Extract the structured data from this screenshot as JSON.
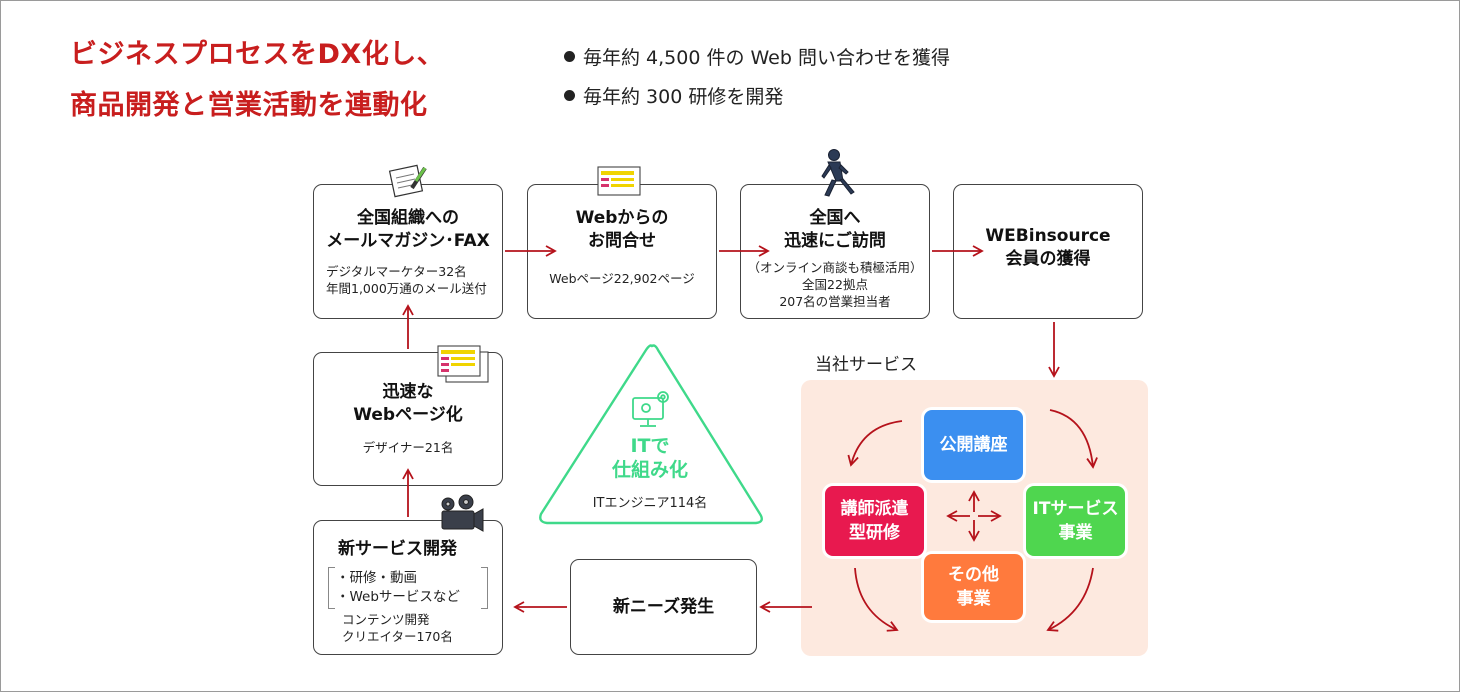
{
  "headline": {
    "line1": "ビジネスプロセスをDX化し、",
    "line2": "商品開発と営業活動を連動化"
  },
  "bullets": [
    "毎年約 4,500 件の Web 問い合わせを獲得",
    "毎年約 300 研修を開発"
  ],
  "flow": {
    "mail": {
      "title1": "全国組織への",
      "title2": "メールマガジン･FAX",
      "sub1": "デジタルマーケター32名",
      "sub2": "年間1,000万通のメール送付",
      "icon": "document-pen-icon"
    },
    "web": {
      "title1": "Webからの",
      "title2": "お問合せ",
      "sub1": "Webページ22,902ページ",
      "icon": "web-page-icon"
    },
    "visit": {
      "title1": "全国へ",
      "title2": "迅速にご訪問",
      "sub1": "（オンライン商談も積極活用）",
      "sub2": "全国22拠点",
      "sub3": "207名の営業担当者",
      "icon": "walking-businessman-icon"
    },
    "member": {
      "title1": "WEBinsource",
      "title2": "会員の獲得"
    },
    "webpage": {
      "title1": "迅速な",
      "title2": "Webページ化",
      "sub1": "デザイナー21名",
      "icon": "web-pages-stack-icon"
    },
    "newservice": {
      "title1": "新サービス開発",
      "item1": "・研修・動画",
      "item2": "・Webサービスなど",
      "sub1": "コンテンツ開発",
      "sub2": "クリエイター170名",
      "icon": "video-camera-icon"
    },
    "needs": {
      "title1": "新ニーズ発生"
    }
  },
  "it": {
    "title1": "ITで",
    "title2": "仕組み化",
    "sub1": "ITエンジニア114名",
    "icon": "monitor-gears-icon",
    "color": "#3fd98a"
  },
  "services": {
    "label": "当社サービス",
    "public": {
      "text1": "公開講座",
      "color": "#3b8ff0"
    },
    "dispatch": {
      "text1": "講師派遣",
      "text2": "型研修",
      "color": "#e8194f"
    },
    "itservice": {
      "text1": "ITサービス",
      "text2": "事業",
      "color": "#4fd64f"
    },
    "other": {
      "text1": "その他",
      "text2": "事業",
      "color": "#ff7a3d"
    }
  },
  "colors": {
    "arrow": "#b5121b",
    "headline": "#c81e1e",
    "panel": "#fde9df"
  }
}
